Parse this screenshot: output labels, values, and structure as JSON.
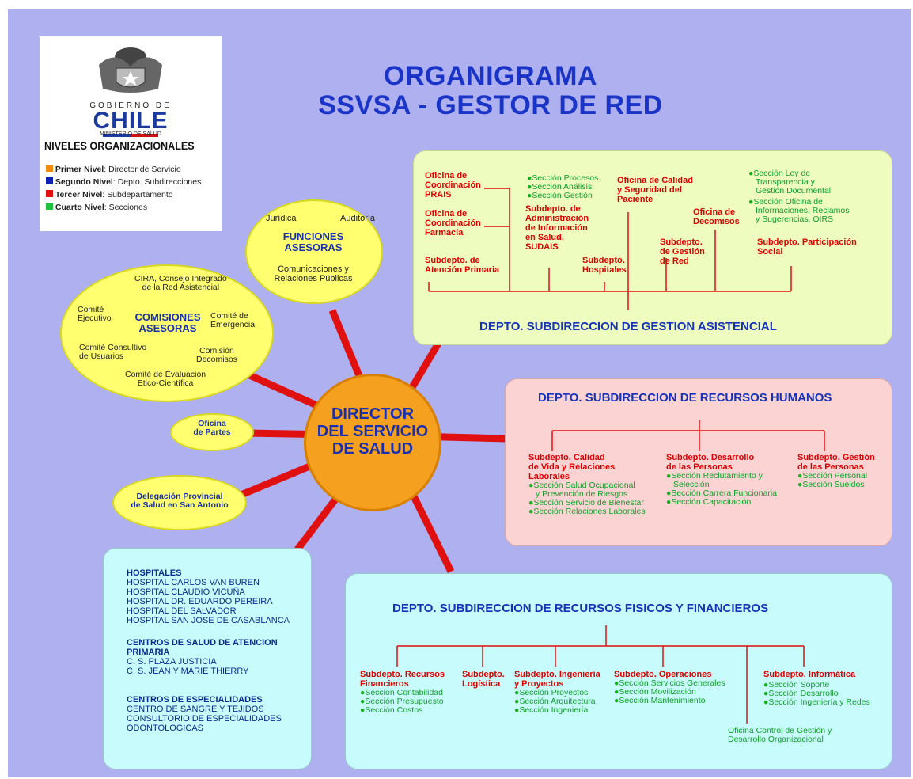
{
  "title_line1": "ORGANIGRAMA",
  "title_line2": "SSVSA - GESTOR DE RED",
  "logo": {
    "gov_label": "GOBIERNO DE",
    "country": "CHILE",
    "ministry": "MINISTERIO DE SALUD",
    "levels_title": "NIVELES ORGANIZACIONALES",
    "levels": [
      {
        "name": "Primer Nivel",
        "desc": "Director de Servicio",
        "color": "#f08a10"
      },
      {
        "name": "Segundo Nivel",
        "desc": "Depto. Subdirecciones",
        "color": "#1020b0"
      },
      {
        "name": "Tercer Nivel",
        "desc": "Subdepartamento",
        "color": "#e01010"
      },
      {
        "name": "Cuarto Nivel",
        "desc": "Secciones",
        "color": "#20c040"
      }
    ]
  },
  "director": [
    "DIRECTOR",
    "DEL SERVICIO",
    "DE SALUD"
  ],
  "funciones": {
    "left": "Jurídica",
    "right": "Auditoría",
    "title1": "FUNCIONES",
    "title2": "ASESORAS",
    "bottom1": "Comunicaciones y",
    "bottom2": "Relaciones Públicas"
  },
  "comisiones": {
    "cira1": "CIRA, Consejo Integrado",
    "cira2": "de la Red Asistencial",
    "ejec1": "Comité",
    "ejec2": "Ejecutivo",
    "title1": "COMISIONES",
    "title2": "ASESORAS",
    "emer1": "Comité de",
    "emer2": "Emergencia",
    "cons1": "Comité Consultivo",
    "cons2": "de Usuarios",
    "deco1": "Comisión",
    "deco2": "Decomisos",
    "eval1": "Comité de Evaluación",
    "eval2": "Etico-Científica"
  },
  "oficina_partes": [
    "Oficina",
    "de Partes"
  ],
  "delegacion": [
    "Delegación Provincial",
    "de Salud en San Antonio"
  ],
  "asistencial": {
    "title": "DEPTO. SUBDIRECCION DE GESTION ASISTENCIAL",
    "prais": [
      "Oficina de",
      "Coordinación",
      "PRAIS"
    ],
    "farmacia": [
      "Oficina de",
      "Coordinación",
      "Farmacia"
    ],
    "primaria": [
      "Subdepto. de",
      "Atención Primaria"
    ],
    "sec_procesos": "Sección Procesos",
    "sec_analisis": "Sección Análisis",
    "sec_gestion": "Sección Gestión",
    "sudais": [
      "Subdepto. de",
      "Administración",
      "de Información",
      "en Salud,",
      "SUDAIS"
    ],
    "hospitales": [
      "Subdepto.",
      "Hospitales"
    ],
    "calidad": [
      "Oficina de Calidad",
      "y Seguridad del",
      "Paciente"
    ],
    "red": [
      "Subdepto.",
      "de Gestión",
      "de Red"
    ],
    "decomisos": [
      "Oficina de",
      "Decomisos"
    ],
    "ley": [
      "Sección Ley de",
      "Transparencia y",
      "Gestión Documental"
    ],
    "oirs": [
      "Sección Oficina de",
      "Informaciones, Reclamos",
      "y Sugerencias, OIRS"
    ],
    "participacion": [
      "Subdepto. Participación",
      "Social"
    ]
  },
  "rrhh": {
    "title": "DEPTO. SUBDIRECCION DE RECURSOS HUMANOS",
    "calidad": [
      "Subdepto. Calidad",
      "de Vida y Relaciones",
      "Laborales"
    ],
    "calidad_secs": [
      [
        "Sección Salud Ocupacional",
        "y Prevención de Riesgos"
      ],
      [
        "Sección Servicio de Bienestar"
      ],
      [
        "Sección Relaciones Laborales"
      ]
    ],
    "desarrollo": [
      "Subdepto. Desarrollo",
      "de las Personas"
    ],
    "desarrollo_secs": [
      [
        "Sección Reclutamiento y",
        "Selección"
      ],
      [
        "Sección Carrera Funcionaria"
      ],
      [
        "Sección Capacitación"
      ]
    ],
    "gestion": [
      "Subdepto. Gestión",
      "de las Personas"
    ],
    "gestion_secs": [
      [
        "Sección Personal"
      ],
      [
        "Sección Sueldos"
      ]
    ]
  },
  "fisicos": {
    "title": "DEPTO.  SUBDIRECCION DE RECURSOS FISICOS Y FINANCIEROS",
    "recursos": [
      "Subdepto. Recursos",
      "Financieros"
    ],
    "recursos_secs": [
      "Sección Contabilidad",
      "Sección Presupuesto",
      "Sección Costos"
    ],
    "logistica": [
      "Subdepto.",
      "Logística"
    ],
    "ingenieria": [
      "Subdepto. Ingeniería",
      "y Proyectos"
    ],
    "ingenieria_secs": [
      "Sección Proyectos",
      "Sección Arquitectura",
      "Sección Ingeniería"
    ],
    "operaciones": [
      "Subdepto. Operaciones"
    ],
    "operaciones_secs": [
      "Sección Servicios Generales",
      "Sección Movilización",
      "Sección Mantenimiento"
    ],
    "informatica": [
      "Subdepto. Informática"
    ],
    "informatica_secs": [
      "Sección Soporte",
      "Sección Desarrollo",
      "Sección Ingeniería y Redes"
    ],
    "oficina_control": [
      "Oficina Control de Gestión y",
      "Desarrollo Organizacional"
    ]
  },
  "establecimientos": {
    "hosp_title": "HOSPITALES",
    "hospitales": [
      "HOSPITAL CARLOS VAN BUREN",
      "HOSPITAL CLAUDIO VICUÑA",
      "HOSPITAL DR. EDUARDO PEREIRA",
      "HOSPITAL DEL SALVADOR",
      "HOSPITAL SAN JOSE DE CASABLANCA"
    ],
    "aps_title": [
      "CENTROS DE SALUD DE ATENCION",
      "PRIMARIA"
    ],
    "aps": [
      "C. S. PLAZA JUSTICIA",
      "C. S. JEAN Y MARIE THIERRY"
    ],
    "esp_title": "CENTROS DE ESPECIALIDADES",
    "esp": [
      "CENTRO DE SANGRE Y TEJIDOS",
      "CONSULTORIO DE ESPECIALIDADES",
      "ODONTOLOGICAS"
    ]
  }
}
